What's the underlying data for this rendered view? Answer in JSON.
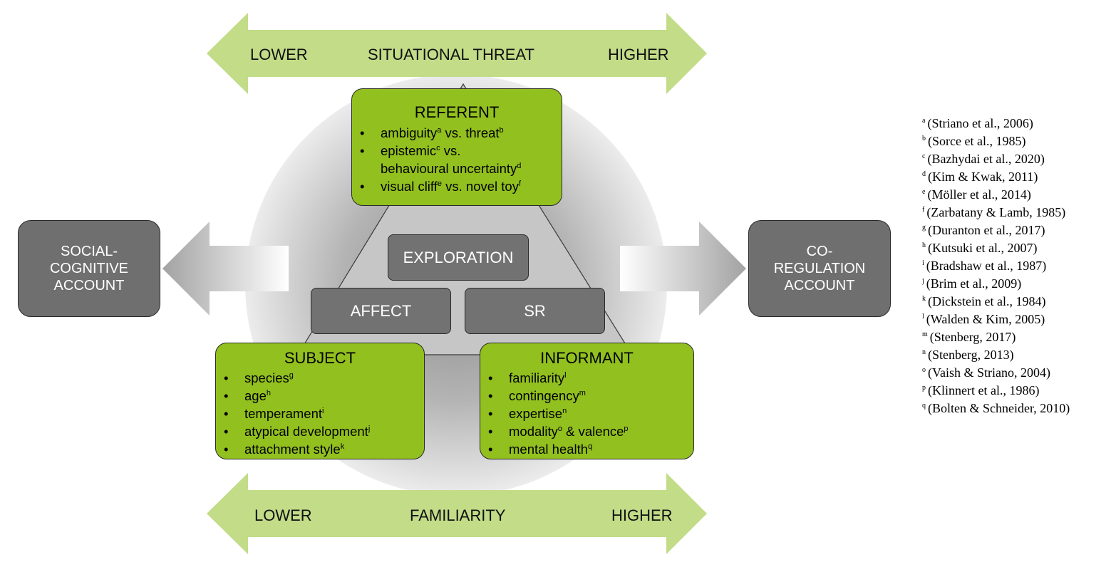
{
  "colors": {
    "arrow_green": "#c2dc88",
    "box_green": "#92c01f",
    "box_gray": "#727272",
    "text_dark": "#111111",
    "text_light": "#ffffff"
  },
  "top_arrow": {
    "left": "LOWER",
    "center": "SITUATIONAL THREAT",
    "right": "HIGHER"
  },
  "bottom_arrow": {
    "left": "LOWER",
    "center": "FAMILIARITY",
    "right": "HIGHER"
  },
  "referent": {
    "title": "REFERENT",
    "items": [
      {
        "a1": "ambiguity",
        "s1": "a",
        "a2": " vs. threat",
        "s2": "b"
      },
      {
        "a1": "epistemic",
        "s1": "c",
        "a2": " vs.",
        "b1": "behavioural uncertainty",
        "bs": "d"
      },
      {
        "a1": "visual cliff",
        "s1": "e",
        "a2": " vs. novel toy",
        "s2": "f"
      }
    ]
  },
  "subject": {
    "title": "SUBJECT",
    "items": [
      {
        "text": "species",
        "sup": "g"
      },
      {
        "text": "age",
        "sup": "h"
      },
      {
        "text": "temperament",
        "sup": "i"
      },
      {
        "text": "atypical development",
        "sup": "j"
      },
      {
        "text": "attachment style",
        "sup": "k"
      }
    ]
  },
  "informant": {
    "title": "INFORMANT",
    "items": [
      {
        "text": "familiarity",
        "sup": "l"
      },
      {
        "text": "contingency",
        "sup": "m"
      },
      {
        "text": "expertise",
        "sup": "n"
      },
      {
        "text": "modality",
        "sup": "o",
        "text2": " & valence",
        "sup2": "p"
      },
      {
        "text": "mental health",
        "sup": "q"
      }
    ]
  },
  "center_boxes": {
    "exploration": "EXPLORATION",
    "affect": "AFFECT",
    "sr": "SR"
  },
  "left_account": [
    "SOCIAL-",
    "COGNITIVE",
    "ACCOUNT"
  ],
  "right_account": [
    "CO-",
    "REGULATION",
    "ACCOUNT"
  ],
  "references": [
    {
      "sup": "a",
      "text": "(Striano et al., 2006)"
    },
    {
      "sup": "b",
      "text": "(Sorce et al., 1985)"
    },
    {
      "sup": "c",
      "text": "(Bazhydai et al., 2020)"
    },
    {
      "sup": "d",
      "text": "(Kim & Kwak, 2011)"
    },
    {
      "sup": "e",
      "text": "(Möller et al., 2014)"
    },
    {
      "sup": "f",
      "text": "(Zarbatany & Lamb, 1985)"
    },
    {
      "sup": "g",
      "text": "(Duranton et al., 2017)"
    },
    {
      "sup": "h",
      "text": "(Kutsuki et al., 2007)"
    },
    {
      "sup": "i",
      "text": "(Bradshaw et al., 1987)"
    },
    {
      "sup": "j",
      "text": "(Brim et al., 2009)"
    },
    {
      "sup": "k",
      "text": "(Dickstein et al., 1984)"
    },
    {
      "sup": "l",
      "text": "(Walden & Kim, 2005)"
    },
    {
      "sup": "m",
      "text": "(Stenberg, 2017)"
    },
    {
      "sup": "n",
      "text": "(Stenberg, 2013)"
    },
    {
      "sup": "o",
      "text": "(Vaish & Striano, 2004)"
    },
    {
      "sup": "p",
      "text": "(Klinnert et al., 1986)"
    },
    {
      "sup": "q",
      "text": "(Bolten & Schneider, 2010)"
    }
  ]
}
